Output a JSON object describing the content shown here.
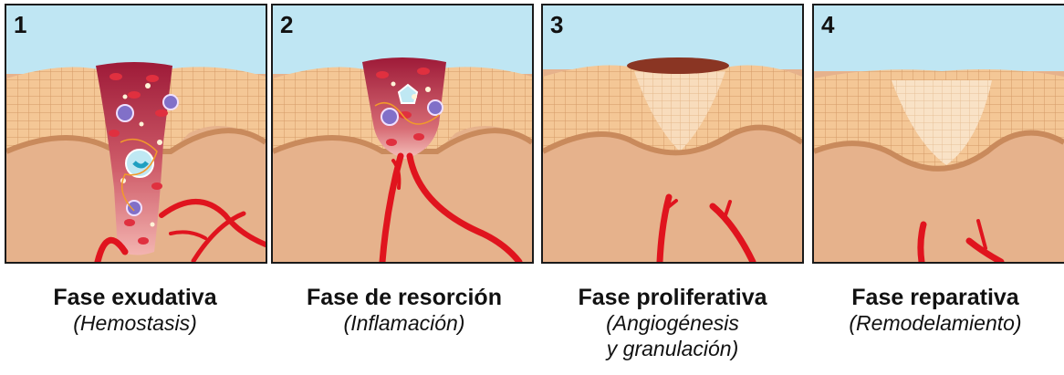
{
  "panels": [
    {
      "number": "1",
      "title": "Fase exudativa",
      "subtitle": "(Hemostasis)"
    },
    {
      "number": "2",
      "title": "Fase de resorción",
      "subtitle": "(Inflamación)"
    },
    {
      "number": "3",
      "title": "Fase proliferativa",
      "subtitle": "(Angiogénesis y granulación)",
      "subtitle_line1": "(Angiogénesis",
      "subtitle_line2": "y granulación)"
    },
    {
      "number": "4",
      "title": "Fase reparativa",
      "subtitle": "(Remodelamiento)"
    }
  ],
  "colors": {
    "sky": "#bfe6f3",
    "epidermis": "#f3c594",
    "epidermis_line": "#d79a66",
    "dermis": "#e6b28c",
    "wound": "#a4203d",
    "vessel": "#e0141e",
    "scab": "#8a3523"
  }
}
